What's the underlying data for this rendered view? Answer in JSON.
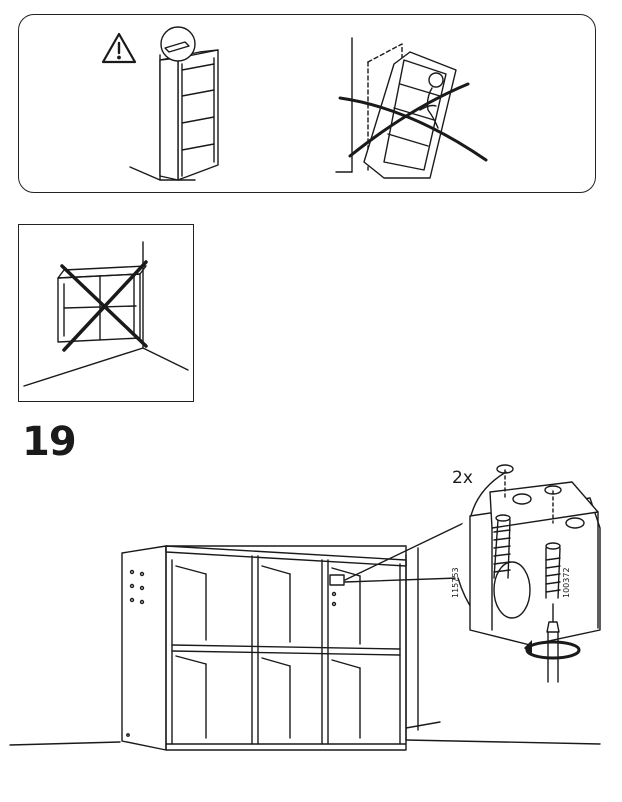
{
  "step": {
    "number": "19"
  },
  "detail": {
    "quantity": "2x",
    "part_numbers": [
      "115753",
      "100372"
    ]
  },
  "icons": [
    "warning-icon",
    "cross-mark-icon",
    "rotate-arrow-icon",
    "screwdriver-icon"
  ],
  "colors": {
    "line": "#1a1a1a",
    "background": "#ffffff"
  }
}
